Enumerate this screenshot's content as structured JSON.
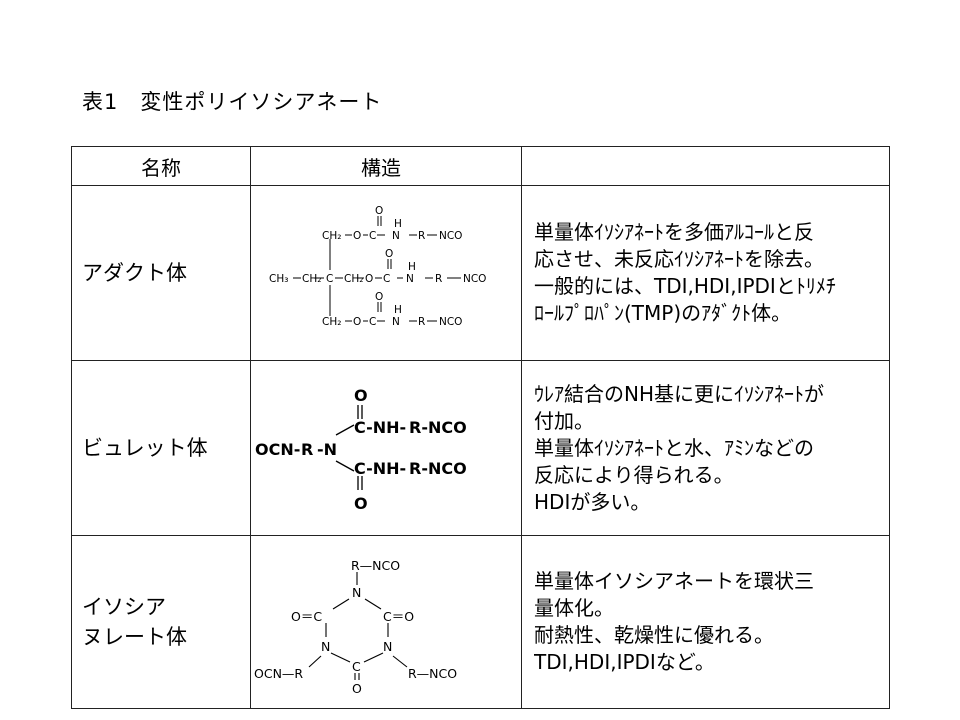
{
  "title": "表1　変性ポリイソシアネート",
  "table": {
    "headers": [
      "名称",
      "構造",
      ""
    ],
    "rows": [
      {
        "name": "アダクト体",
        "desc": [
          "単量体ｲｿｼｱﾈｰﾄを多価ｱﾙｺｰﾙと反",
          "応させ、未反応ｲｿｼｱﾈｰﾄを除去。",
          "一般的には、TDI,HDI,IPDIとﾄﾘﾒﾁ",
          "ﾛｰﾙﾌﾟﾛﾊﾟﾝ(TMP)のｱﾀﾞｸﾄ体。"
        ],
        "structure": {
          "ch2": "CH₂",
          "ch3": "CH₃",
          "c": "C",
          "o": "O",
          "n": "N",
          "h": "H",
          "r": "R",
          "nco": "NCO"
        }
      },
      {
        "name": "ビュレット体",
        "desc": [
          "ｳﾚｱ結合のNH基に更にｲｿｼｱﾈｰﾄが",
          "付加。",
          "単量体ｲｿｼｱﾈｰﾄと水、ｱﾐﾝなどの",
          "反応により得られる。",
          "HDIが多い。"
        ],
        "structure": {
          "o": "O",
          "c_nh": "C-NH-",
          "r_nco": "R-NCO",
          "ocn": "OCN-",
          "r": "R",
          "n": "-N"
        }
      },
      {
        "name": "イソシア\nヌレート体",
        "desc": [
          "単量体イソシアネートを環状三",
          "量体化。",
          "耐熱性、乾燥性に優れる。",
          "TDI,HDI,IPDIなど。"
        ],
        "structure": {
          "r_nco": "R—NCO",
          "n": "N",
          "c": "C",
          "o": "O",
          "o_eq_c": "O＝C",
          "c_eq_o": "C＝O",
          "ocn_r": "OCN—R"
        }
      }
    ]
  }
}
